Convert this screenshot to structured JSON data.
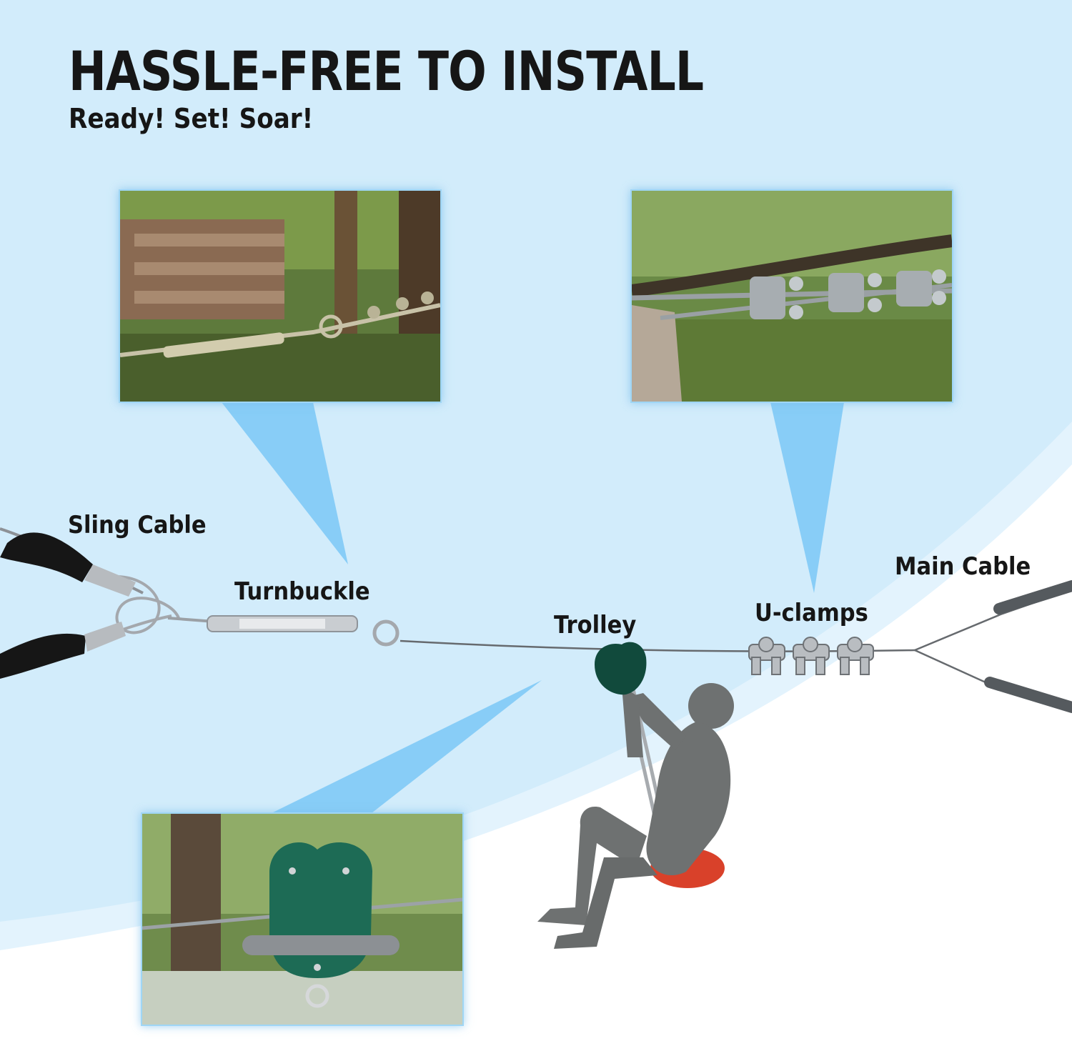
{
  "title": "HASSLE-FREE TO INSTALL",
  "subtitle": "Ready! Set! Soar!",
  "labels": {
    "sling_cable": "Sling Cable",
    "turnbuckle": "Turnbuckle",
    "trolley": "Trolley",
    "u_clamps": "U-clamps",
    "main_cable": "Main Cable"
  },
  "colors": {
    "sky": "#d2ecfb",
    "callout": "#7fcaf6",
    "trolley_green": "#114a3c",
    "figure_gray": "#6e7171",
    "seat_red": "#d9412a",
    "grip_black": "#161616"
  },
  "photos": [
    {
      "name": "turnbuckle-photo",
      "icon": "turnbuckle-closeup"
    },
    {
      "name": "u-clamps-photo",
      "icon": "u-clamps-closeup"
    },
    {
      "name": "trolley-photo",
      "icon": "trolley-closeup"
    }
  ]
}
